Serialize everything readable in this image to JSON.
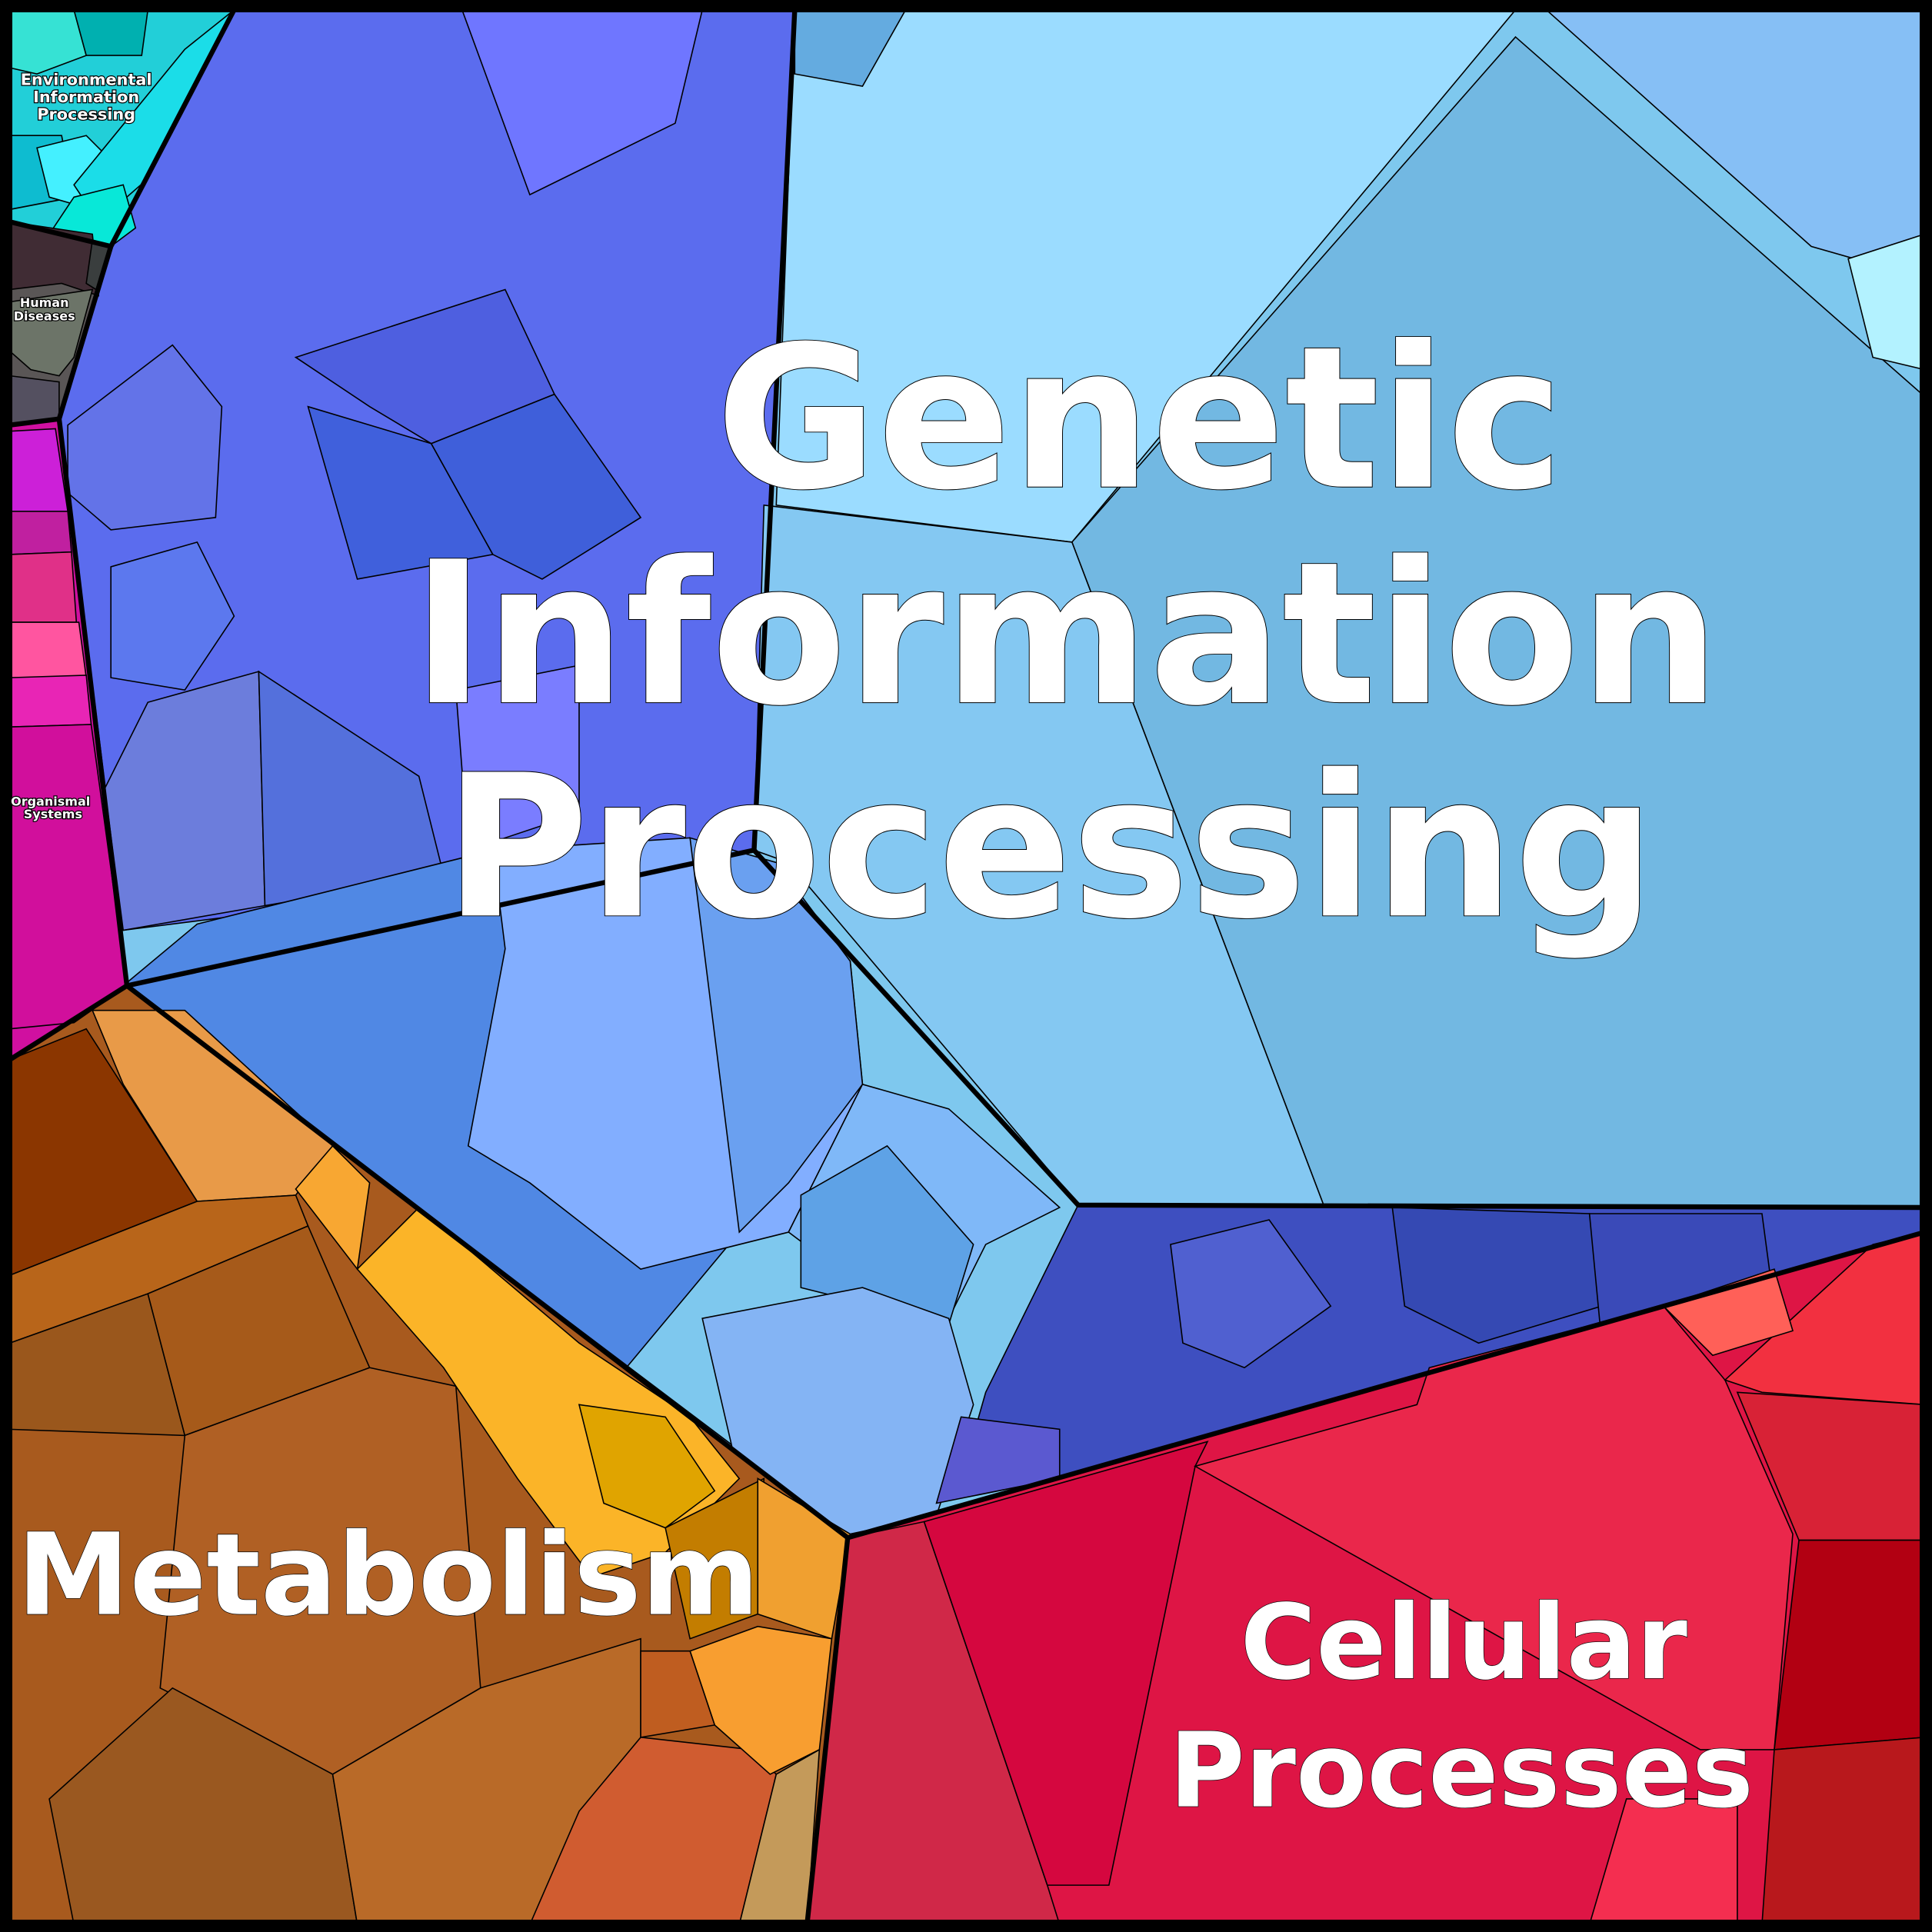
{
  "title": "Proteomap",
  "categories": [
    {
      "name": "Genetic Information Processing",
      "lines": [
        "Genetic",
        "Information",
        "Processing"
      ],
      "color": "#7ec8ee"
    },
    {
      "name": "Metabolism",
      "lines": [
        "Metabolism"
      ],
      "color": "#a85a1e"
    },
    {
      "name": "Cellular Processes",
      "lines": [
        "Cellular",
        "Processes"
      ],
      "color": "#de1545"
    },
    {
      "name": "Environmental Information Processing",
      "lines": [
        "Environmental",
        "Information",
        "Processing"
      ],
      "color": "#22cfd8"
    },
    {
      "name": "Human Diseases",
      "lines": [
        "Human",
        "Diseases"
      ],
      "color": "#5a5656"
    },
    {
      "name": "Organismal Systems",
      "lines": [
        "Organismal",
        "Systems"
      ],
      "color": "#cc12a8"
    }
  ]
}
